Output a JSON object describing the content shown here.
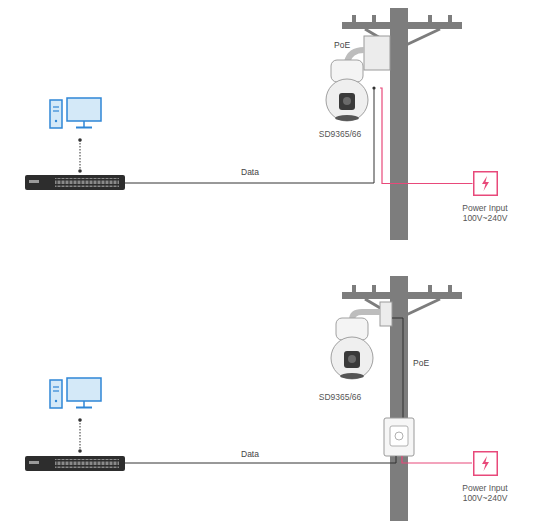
{
  "diagram": {
    "nodes": [
      {
        "text": [
          "SD9365/66"
        ]
      },
      {
        "text": [
          "Power Input 100V~240V"
        ]
      },
      {
        "text": [
          "SD9365/66"
        ]
      },
      {
        "text": [
          "Power Input 100V~240V"
        ]
      }
    ],
    "edges": [
      {
        "from": 0,
        "to": 1,
        "arrow": "none"
      }
    ],
    "labels": [
      "PoE",
      "Data",
      "PoE",
      "Data"
    ]
  }
}
